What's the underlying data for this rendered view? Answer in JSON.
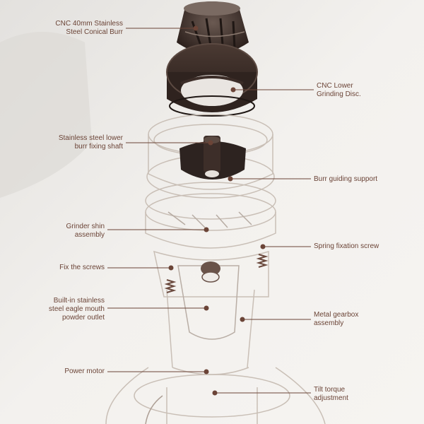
{
  "labels": {
    "burr": "CNC 40mm Stainless\nSteel Conical Burr",
    "lower_disc": "CNC Lower\nGrinding Disc.",
    "shaft": "Stainless steel lower\nburr fixing shaft",
    "guide": "Burr guiding support",
    "shin": "Grinder shin\nassembly",
    "spring": "Spring fixation screw",
    "screws": "Fix the screws",
    "outlet": "Built-in stainless\nsteel eagle mouth\npowder outlet",
    "gearbox": "Metal gearbox\nassembly",
    "motor": "Power motor",
    "tilt": "Tilt torque\nadjustment"
  },
  "colors": {
    "background": "#f1efec",
    "line": "#6b4437",
    "burr_dark": "#3b2a24",
    "outline": "#c9bfb6",
    "dot": "#6b4437"
  }
}
